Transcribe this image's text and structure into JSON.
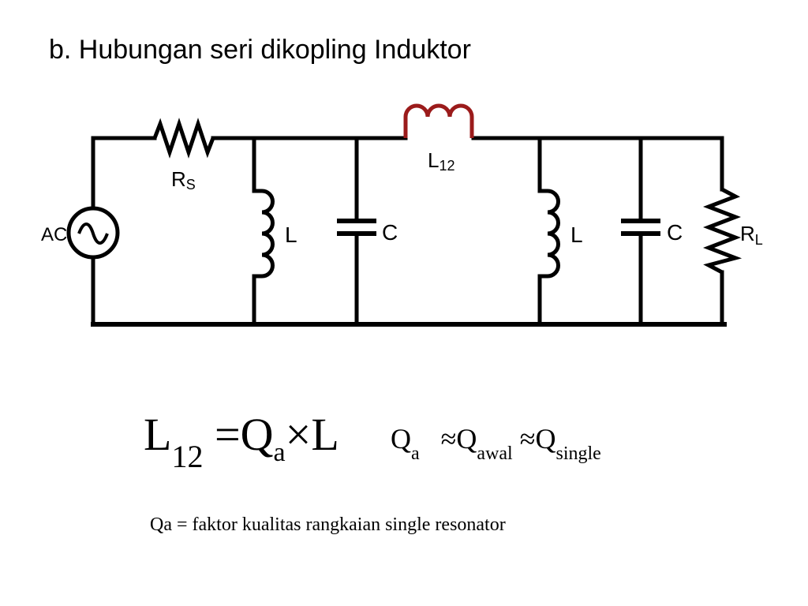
{
  "title": "b. Hubungan seri dikopling Induktor",
  "circuit": {
    "source_label": "AC",
    "rs_label": "R",
    "rs_sub": "S",
    "l12_label": "L",
    "l12_sub": "12",
    "inductor1_label": "L",
    "capacitor1_label": "C",
    "inductor2_label": "L",
    "capacitor2_label": "C",
    "rl_label": "R",
    "rl_sub": "L",
    "wire_color": "#000000",
    "coupling_inductor_color": "#9b1b1b"
  },
  "equation1": {
    "lhs": "L",
    "lhs_sub": "12",
    "eq": "=",
    "q": "Q",
    "q_sub": "a",
    "times": "×",
    "l": "L"
  },
  "equation2": {
    "q1": "Q",
    "q1_sub": "a",
    "approx1": "≈",
    "q2": "Q",
    "q2_sub": "awal",
    "approx2": "≈",
    "q3": "Q",
    "q3_sub": "single"
  },
  "note": "Qa = faktor kualitas rangkaian single resonator"
}
